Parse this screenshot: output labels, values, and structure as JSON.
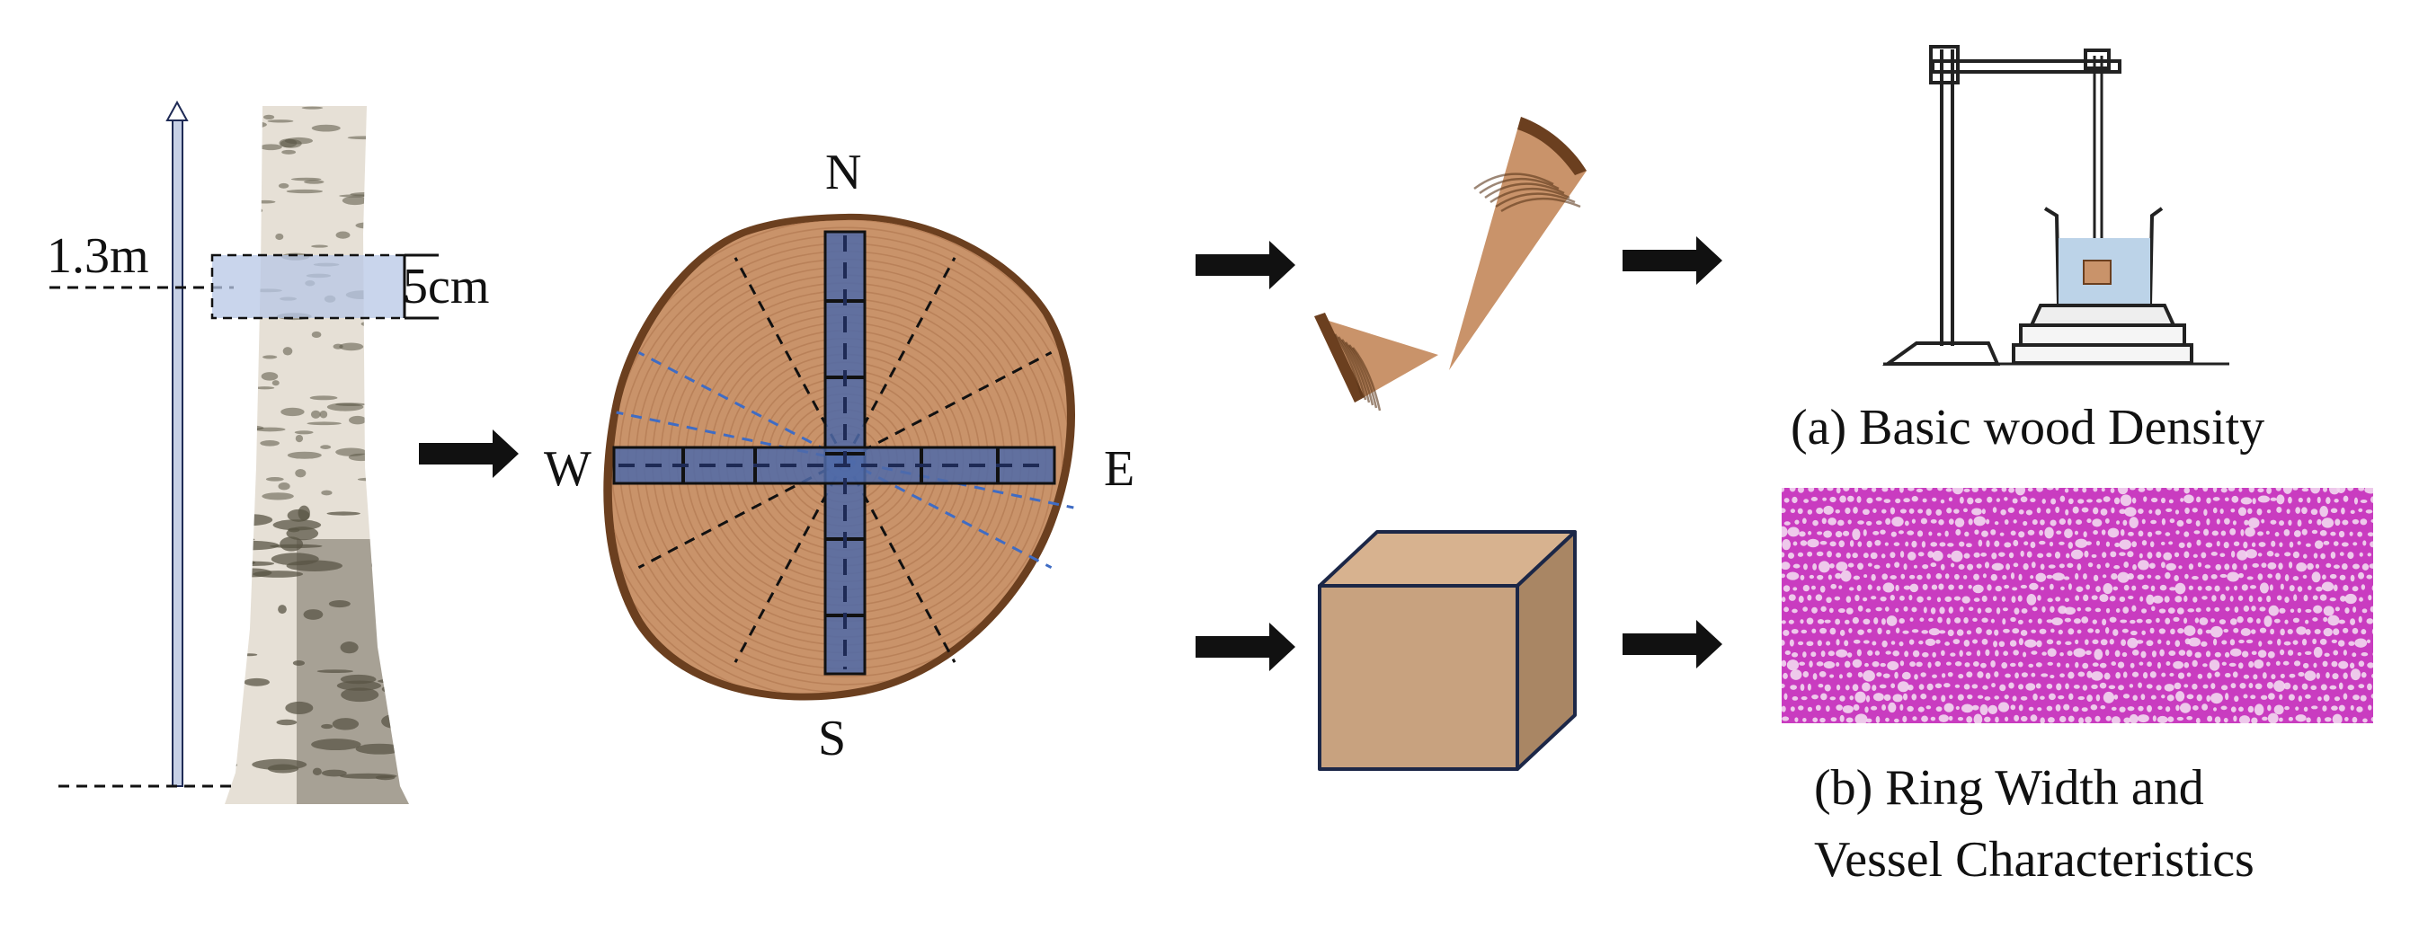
{
  "labels": {
    "height_mark": "1.3m",
    "disc_thickness": "5cm",
    "north": "N",
    "south": "S",
    "west": "W",
    "east": "E",
    "panel_a": "(a) Basic wood Density",
    "panel_b_line1": "(b) Ring Width and",
    "panel_b_line2": "Vessel Characteristics"
  },
  "colors": {
    "bark": "#e6e0d6",
    "bark_dark": "#5a5546",
    "wood": "#c9936a",
    "wood_ring": "#b57d55",
    "wood_edge": "#6b3f1f",
    "strip": "#4f6aa8",
    "band": "#b7c7e6",
    "cube_front": "#c8a27f",
    "cube_top": "#d7b28f",
    "cube_side": "#a98664",
    "micro_bg": "#c93cc0",
    "micro_cell": "#f2d8ef",
    "arrow": "#111111",
    "water": "#bcd3e8"
  }
}
